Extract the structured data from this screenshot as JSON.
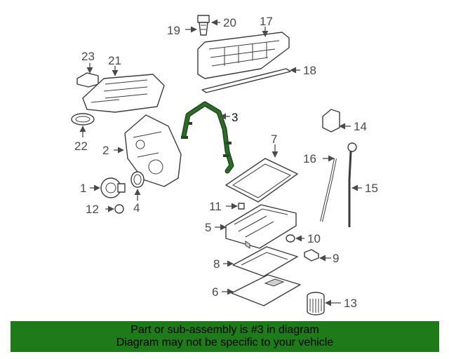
{
  "banner": {
    "line1": "Part or sub-assembly is #3 in diagram",
    "line2": "Diagram may not be specific to your vehicle"
  },
  "highlight_color": "#2f6b2a",
  "banner_color": "#1f7a1a",
  "callouts": [
    {
      "id": "1",
      "label": "1"
    },
    {
      "id": "2",
      "label": "2"
    },
    {
      "id": "3",
      "label": "3"
    },
    {
      "id": "4",
      "label": "4"
    },
    {
      "id": "5",
      "label": "5"
    },
    {
      "id": "6",
      "label": "6"
    },
    {
      "id": "7",
      "label": "7"
    },
    {
      "id": "8",
      "label": "8"
    },
    {
      "id": "9",
      "label": "9"
    },
    {
      "id": "10",
      "label": "10"
    },
    {
      "id": "11",
      "label": "11"
    },
    {
      "id": "12",
      "label": "12"
    },
    {
      "id": "13",
      "label": "13"
    },
    {
      "id": "14",
      "label": "14"
    },
    {
      "id": "15",
      "label": "15"
    },
    {
      "id": "16",
      "label": "16"
    },
    {
      "id": "17",
      "label": "17"
    },
    {
      "id": "18",
      "label": "18"
    },
    {
      "id": "19",
      "label": "19"
    },
    {
      "id": "20",
      "label": "20"
    },
    {
      "id": "21",
      "label": "21"
    },
    {
      "id": "22",
      "label": "22"
    },
    {
      "id": "23",
      "label": "23"
    }
  ]
}
